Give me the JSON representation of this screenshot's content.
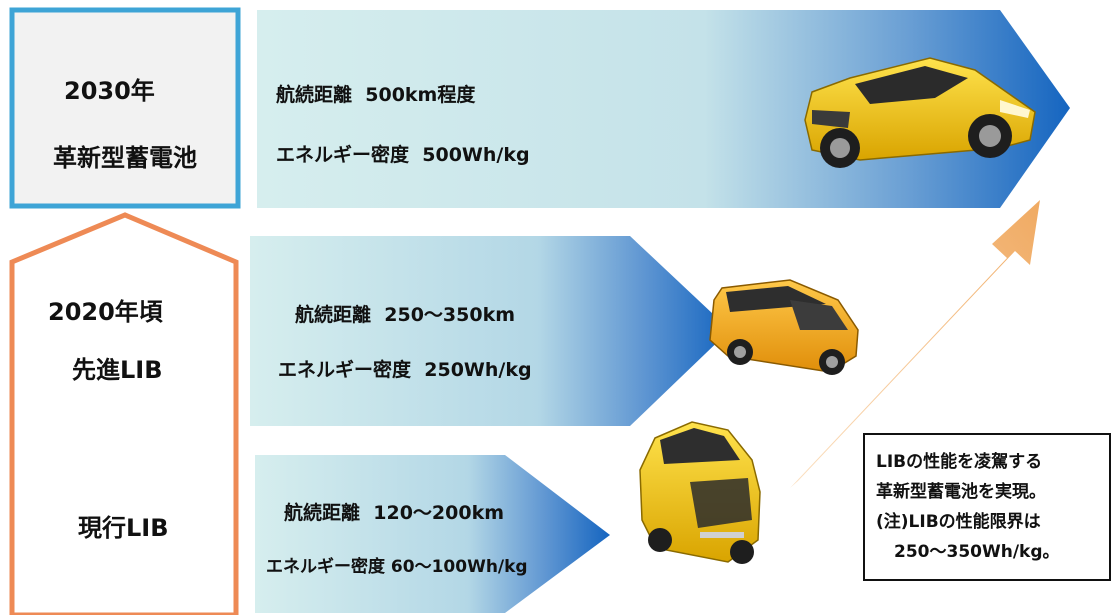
{
  "tiers": [
    {
      "year": "2030年",
      "name": "革新型蓄電池",
      "range_label": "航続距離",
      "range_value": "500km程度",
      "density_label": "エネルギー密度",
      "density_value": "500Wh/kg",
      "car_icon": "sports-car-icon"
    },
    {
      "year": "2020年頃",
      "name": "先進LIB",
      "range_label": "航続距離",
      "range_value": "250～350km",
      "density_label": "エネルギー密度",
      "density_value": "250Wh/kg",
      "car_icon": "minivan-icon"
    },
    {
      "name": "現行LIB",
      "range_label": "航続距離",
      "range_value": "120～200km",
      "density_label": "エネルギー密度",
      "density_value": "60～100Wh/kg",
      "car_icon": "compact-car-icon"
    }
  ],
  "note": {
    "line1": "LIBの性能を凌駕する",
    "line2": "革新型蓄電池を実現。",
    "line3": "(注)LIBの性能限界は",
    "line4": "250～350Wh/kg。"
  },
  "colors": {
    "arrow_light": "#d4ecec",
    "arrow_dark": "#1565c0",
    "box_2030_border": "#3ea4d6",
    "box_lower_border": "#ee8a55",
    "progress_arrow": "#f3b472",
    "car_yellow": "#f2c417",
    "car_orange": "#f4a81c"
  }
}
